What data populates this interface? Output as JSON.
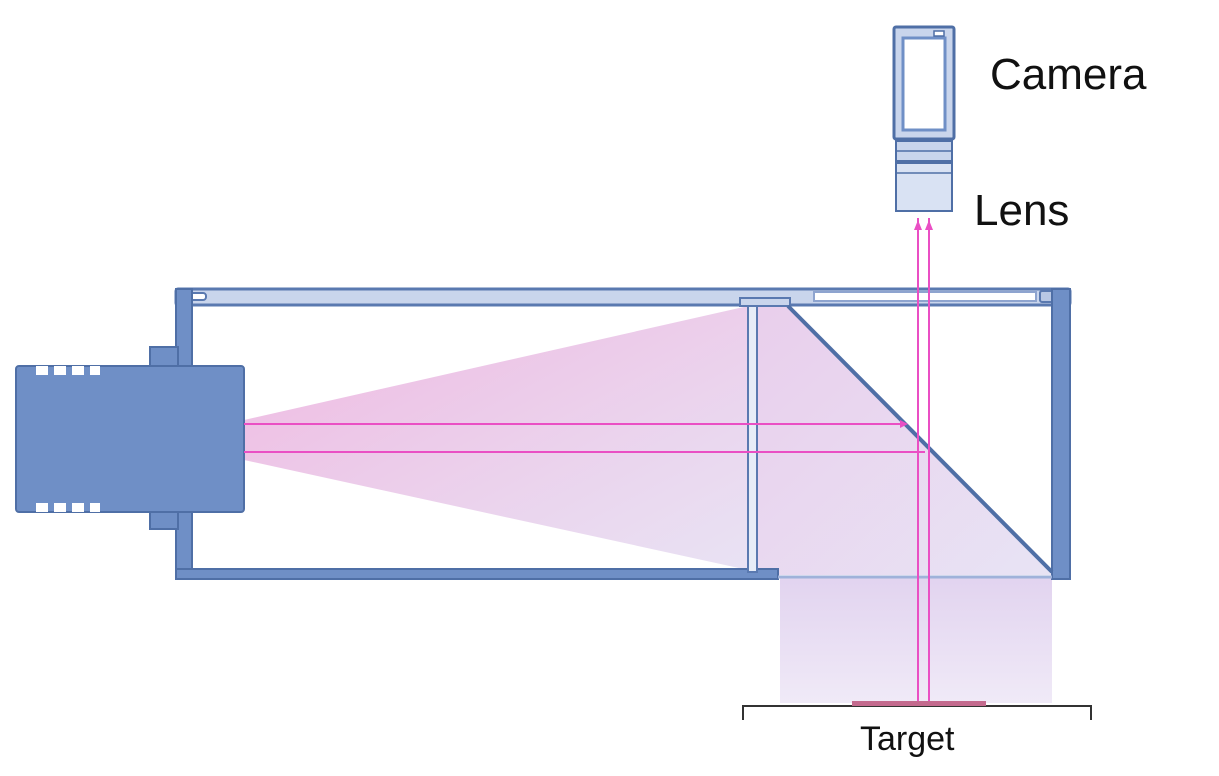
{
  "labels": {
    "camera": "Camera",
    "lens": "Lens",
    "target": "Target"
  },
  "colors": {
    "housing_fill": "#6f8fc6",
    "housing_stroke": "#4f6fa6",
    "housing_light": "#c5d3ec",
    "beam": "#ea4fc4",
    "beam_fill": "#e9a6d6",
    "target_strip": "#c46a8e"
  }
}
